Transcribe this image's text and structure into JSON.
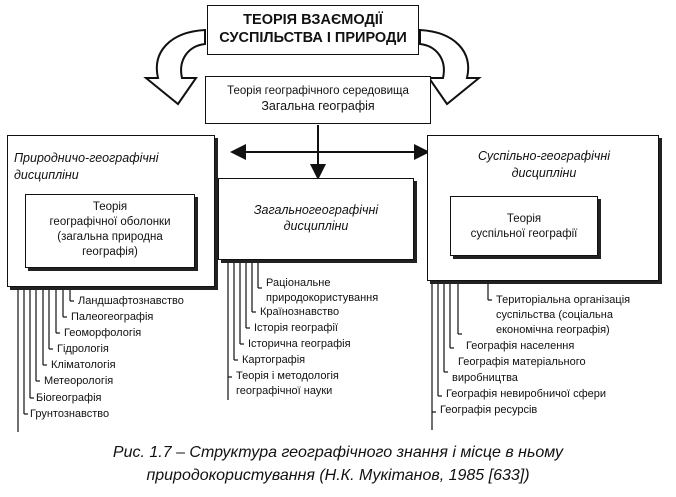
{
  "top_box": {
    "line1": "ТЕОРІЯ ВЗАЄМОДІЇ",
    "line2": "СУСПІЛЬСТВА І ПРИРОДИ"
  },
  "middle_box": {
    "line1": "Теорія географічного середовища",
    "line2": "Загальна  географія"
  },
  "left_group": {
    "title_line1": "Природничо-географічні",
    "title_line2": "дисципліни",
    "theory_lines": [
      "Теорія",
      "географічної оболонки",
      "(загальна природна",
      "географія)"
    ],
    "items": [
      "Ландшафтознавство",
      "Палеогеографія",
      "Геоморфологія",
      "Гідрологія",
      "Кліматологія",
      "Метеорологія",
      "Біогеографія",
      "Грунтознавство"
    ]
  },
  "center_group": {
    "title_line1": "Загальногеографічні",
    "title_line2": "дисципліни",
    "items": [
      "Раціональне",
      "природокористування",
      "Країнознавство",
      "Історія географії",
      "Історична географія",
      "Картографія",
      "Теорія і методологія",
      "географічної науки"
    ]
  },
  "right_group": {
    "title_line1": "Суспільно-географічні",
    "title_line2": "дисципліни",
    "theory_lines": [
      "Теорія",
      "суспільної географії"
    ],
    "items": [
      "Територіальна організація",
      "суспільства (соціальна",
      "економічна географія)",
      "Географія населення",
      "Географія матеріального",
      "виробництва",
      "Географія невиробничої сфери",
      "Географія ресурсів"
    ]
  },
  "caption": {
    "line1": "Рис. 1.7 – Структура географічного знання і місце в ньому",
    "line2": "природокористування (Н.К. Мукітанов, 1985 [633])"
  }
}
